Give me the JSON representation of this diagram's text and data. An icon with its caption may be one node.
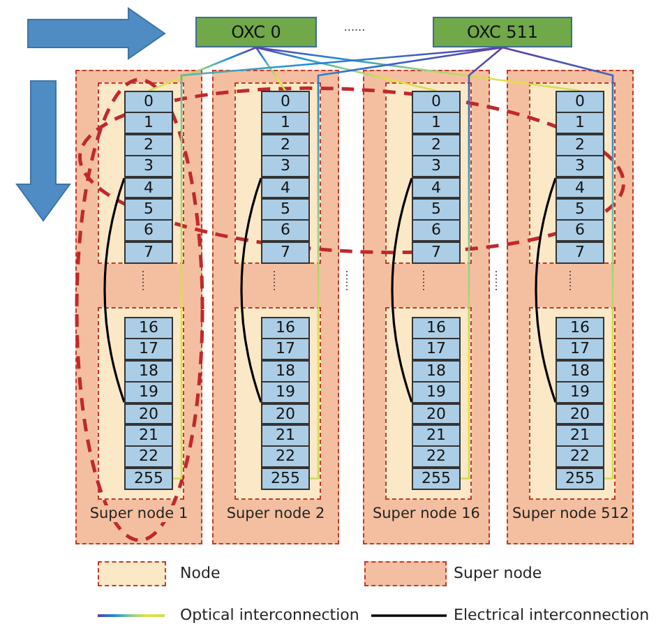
{
  "diagram": {
    "nodes": [
      {
        "text": [
          "OXC 0"
        ]
      },
      {
        "text": [
          "OXC 511"
        ]
      },
      {
        "text": [
          "Super node 1"
        ]
      },
      {
        "text": [],
        "shape": "box",
        "in": 2
      },
      {
        "text": [
          "0"
        ],
        "in": 3
      },
      {
        "text": [
          "1"
        ],
        "in": 3
      },
      {
        "text": [
          "2"
        ],
        "in": 3
      },
      {
        "text": [
          "3"
        ],
        "in": 3
      },
      {
        "text": [
          "4"
        ],
        "in": 3
      },
      {
        "text": [
          "5"
        ],
        "in": 3
      },
      {
        "text": [
          "6"
        ],
        "in": 3
      },
      {
        "text": [
          "7"
        ],
        "in": 3
      },
      {
        "text": [],
        "shape": "box",
        "in": 2
      },
      {
        "text": [
          "16"
        ],
        "in": 12
      },
      {
        "text": [
          "17"
        ],
        "in": 12
      },
      {
        "text": [
          "18"
        ],
        "in": 12
      },
      {
        "text": [
          "19"
        ],
        "in": 12
      },
      {
        "text": [
          "20"
        ],
        "in": 12
      },
      {
        "text": [
          "21"
        ],
        "in": 12
      },
      {
        "text": [
          "22"
        ],
        "in": 12
      },
      {
        "text": [
          "255"
        ],
        "in": 12
      },
      {
        "text": [
          "Super node 2"
        ]
      },
      {
        "text": [],
        "shape": "box",
        "in": 21
      },
      {
        "text": [
          "0"
        ],
        "in": 22
      },
      {
        "text": [
          "1"
        ],
        "in": 22
      },
      {
        "text": [
          "2"
        ],
        "in": 22
      },
      {
        "text": [
          "3"
        ],
        "in": 22
      },
      {
        "text": [
          "4"
        ],
        "in": 22
      },
      {
        "text": [
          "5"
        ],
        "in": 22
      },
      {
        "text": [
          "6"
        ],
        "in": 22
      },
      {
        "text": [
          "7"
        ],
        "in": 22
      },
      {
        "text": [],
        "shape": "box",
        "in": 21
      },
      {
        "text": [
          "16"
        ],
        "in": 31
      },
      {
        "text": [
          "17"
        ],
        "in": 31
      },
      {
        "text": [
          "18"
        ],
        "in": 31
      },
      {
        "text": [
          "19"
        ],
        "in": 31
      },
      {
        "text": [
          "20"
        ],
        "in": 31
      },
      {
        "text": [
          "21"
        ],
        "in": 31
      },
      {
        "text": [
          "22"
        ],
        "in": 31
      },
      {
        "text": [
          "255"
        ],
        "in": 31
      },
      {
        "text": [
          "Super node 16"
        ]
      },
      {
        "text": [],
        "shape": "box",
        "in": 40
      },
      {
        "text": [
          "0"
        ],
        "in": 41
      },
      {
        "text": [
          "1"
        ],
        "in": 41
      },
      {
        "text": [
          "2"
        ],
        "in": 41
      },
      {
        "text": [
          "3"
        ],
        "in": 41
      },
      {
        "text": [
          "4"
        ],
        "in": 41
      },
      {
        "text": [
          "5"
        ],
        "in": 41
      },
      {
        "text": [
          "6"
        ],
        "in": 41
      },
      {
        "text": [
          "7"
        ],
        "in": 41
      },
      {
        "text": [],
        "shape": "box",
        "in": 40
      },
      {
        "text": [
          "16"
        ],
        "in": 50
      },
      {
        "text": [
          "17"
        ],
        "in": 50
      },
      {
        "text": [
          "18"
        ],
        "in": 50
      },
      {
        "text": [
          "19"
        ],
        "in": 50
      },
      {
        "text": [
          "20"
        ],
        "in": 50
      },
      {
        "text": [
          "21"
        ],
        "in": 50
      },
      {
        "text": [
          "22"
        ],
        "in": 50
      },
      {
        "text": [
          "255"
        ],
        "in": 50
      },
      {
        "text": [
          "Super node 512"
        ]
      },
      {
        "text": [],
        "shape": "box",
        "in": 59
      },
      {
        "text": [
          "0"
        ],
        "in": 60
      },
      {
        "text": [
          "1"
        ],
        "in": 60
      },
      {
        "text": [
          "2"
        ],
        "in": 60
      },
      {
        "text": [
          "3"
        ],
        "in": 60
      },
      {
        "text": [
          "4"
        ],
        "in": 60
      },
      {
        "text": [
          "5"
        ],
        "in": 60
      },
      {
        "text": [
          "6"
        ],
        "in": 60
      },
      {
        "text": [
          "7"
        ],
        "in": 60
      },
      {
        "text": [],
        "shape": "box",
        "in": 59
      },
      {
        "text": [
          "16"
        ],
        "in": 69
      },
      {
        "text": [
          "17"
        ],
        "in": 69
      },
      {
        "text": [
          "18"
        ],
        "in": 69
      },
      {
        "text": [
          "19"
        ],
        "in": 69
      },
      {
        "text": [
          "20"
        ],
        "in": 69
      },
      {
        "text": [
          "21"
        ],
        "in": 69
      },
      {
        "text": [
          "22"
        ],
        "in": 69
      },
      {
        "text": [
          "255"
        ],
        "in": 69
      }
    ],
    "edges": [
      {
        "from": 0,
        "to": 4,
        "arrow": "none"
      },
      {
        "from": 0,
        "to": 23,
        "arrow": "none"
      },
      {
        "from": 0,
        "to": 42,
        "arrow": "none"
      },
      {
        "from": 0,
        "to": 61,
        "arrow": "none"
      },
      {
        "from": 1,
        "to": 20,
        "arrow": "none"
      },
      {
        "from": 1,
        "to": 39,
        "arrow": "none"
      },
      {
        "from": 1,
        "to": 58,
        "arrow": "none"
      },
      {
        "from": 1,
        "to": 77,
        "arrow": "none"
      },
      {
        "from": 8,
        "to": 16,
        "arrow": "none",
        "color": "#000000"
      },
      {
        "from": 27,
        "to": 35,
        "arrow": "none",
        "color": "#000000"
      },
      {
        "from": 46,
        "to": 54,
        "arrow": "none",
        "color": "#000000"
      },
      {
        "from": 65,
        "to": 73,
        "arrow": "none",
        "color": "#000000"
      }
    ],
    "labels": [
      "......",
      "......",
      "......",
      "......",
      "......",
      "......",
      "......"
    ],
    "legend": [
      {
        "text": "Node",
        "color": "#fbe8c6"
      },
      {
        "text": "Super node",
        "color": "#f4bfa0"
      },
      {
        "text": "Optical interconnection"
      },
      {
        "text": "Electrical interconnection"
      }
    ]
  }
}
